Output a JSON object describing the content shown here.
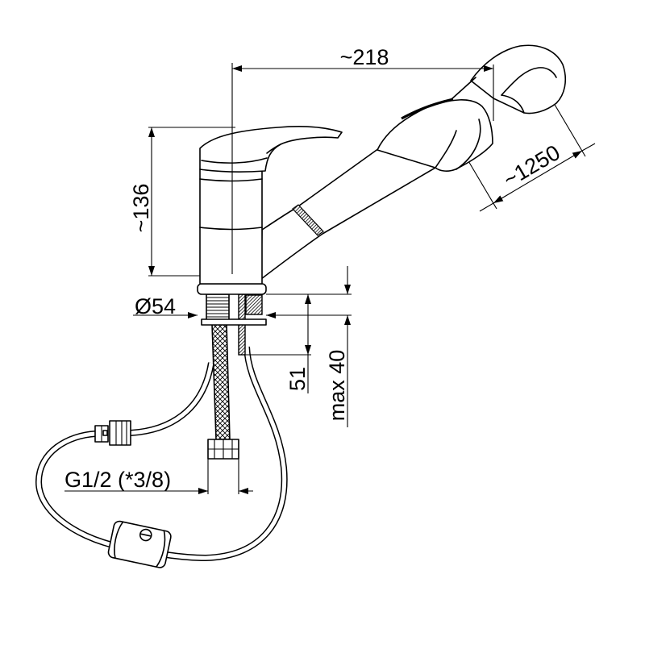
{
  "drawing": {
    "dimensions": {
      "overall_reach": "~218",
      "overall_height": "~136",
      "hose_length": "~1250",
      "base_diameter": "Ø54",
      "shank_length": "51",
      "max_counter_thickness": "max 40",
      "connection_thread": "G1/2 (*3/8)"
    }
  },
  "colors": {
    "line": "#000000",
    "background": "#ffffff"
  }
}
